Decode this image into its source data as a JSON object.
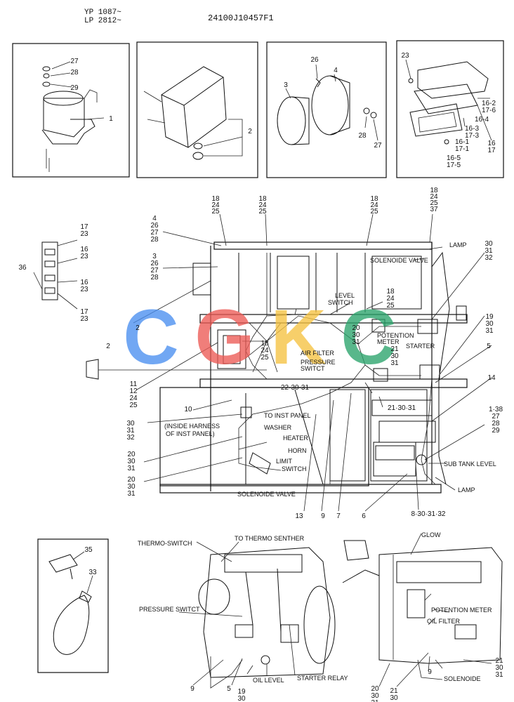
{
  "header": {
    "serial_yp": "YP 1087~",
    "serial_lp": "LP 2812~",
    "drawing_number": "24100J10457F1"
  },
  "watermark": {
    "letters": [
      "C",
      "G",
      "K",
      "C"
    ],
    "colors": [
      "#4a8ff0",
      "#ec5a55",
      "#f6c241",
      "#2aa36b"
    ]
  },
  "callouts": {
    "detail1": [
      "27",
      "28",
      "29",
      "1"
    ],
    "detail2": [
      "2"
    ],
    "detail3": [
      "26",
      "4",
      "3",
      "28",
      "27"
    ],
    "detail4": [
      "23",
      "16-2",
      "17-6",
      "16-4",
      "16-3",
      "17-3",
      "16-1",
      "17-1",
      "16-5",
      "17-5",
      "16",
      "17"
    ],
    "left_panel": [
      "17",
      "23",
      "16",
      "23",
      "16",
      "23",
      "17",
      "23",
      "36"
    ],
    "top_stacks": [
      [
        "18",
        "24",
        "25"
      ],
      [
        "18",
        "24",
        "25"
      ],
      [
        "18",
        "24",
        "25"
      ],
      [
        "18",
        "24",
        "25",
        "37"
      ]
    ],
    "left_stack1": [
      "4",
      "26",
      "27",
      "28"
    ],
    "left_stack2": [
      "3",
      "26",
      "27",
      "28"
    ],
    "lamp_group": [
      "30",
      "31",
      "32"
    ],
    "level_group": [
      "18",
      "24",
      "25"
    ],
    "pot_group": [
      "20",
      "30",
      "31"
    ],
    "right_group1": [
      "19",
      "30",
      "31"
    ],
    "mid_group": [
      "18",
      "24",
      "25"
    ],
    "air_group": [
      "21",
      "30",
      "31"
    ],
    "lamp_left": "2",
    "left_lamp_num": "2",
    "item11": [
      "11",
      "12",
      "24",
      "25"
    ],
    "bar1": "22·30·31",
    "bar2": "21·30·31",
    "item10": "10",
    "item30": [
      "30",
      "31",
      "32"
    ],
    "item20a": [
      "20",
      "30",
      "31"
    ],
    "item20b": [
      "20",
      "30",
      "31"
    ],
    "item5": "5",
    "item14": "14",
    "item1_38": [
      "1·38",
      "27",
      "28",
      "29"
    ],
    "bottom_nums": [
      "13",
      "9",
      "7",
      "6",
      "8·30·31·32"
    ],
    "strap": [
      "35",
      "33"
    ],
    "engine1_nums": [
      "9",
      "5",
      "19",
      "30"
    ],
    "engine2_nums": [
      "20",
      "30",
      "31",
      "21",
      "30",
      "31",
      "9",
      "21",
      "30",
      "31"
    ]
  },
  "labels": {
    "lamp_top": "LAMP",
    "solenoide_valve_top": "SOLENOIDE VALVE",
    "level_switch": [
      "LEVEL",
      "SWITCH"
    ],
    "potention_meter": [
      "POTENTION",
      "METER"
    ],
    "starter": "STARTER",
    "air_filter": "AIR FILTER",
    "pressure_switct": [
      "PRESSURE",
      "SWITCT"
    ],
    "to_inst_panel": "TO INST PANEL",
    "inside_harness": [
      "(INSIDE HARNESS",
      "OF INST PANEL)"
    ],
    "washer": "WASHER",
    "heater": "HEATER",
    "horn": "HORN",
    "limit_switch": [
      "LIMIT",
      "SWITCH"
    ],
    "solenoide_valve_bottom": "SOLENOIDE VALVE",
    "sub_tank_level": "SUB TANK LEVEL",
    "lamp_bottom": "LAMP",
    "thermo_switch": "THERMO-SWITCH",
    "to_thermo_senther": "TO THERMO SENTHER",
    "pressure_switct_engine": "PRESSURE SWITCT",
    "oil_level": "OIL LEVEL",
    "starter_relay": "STARTER RELAY",
    "glow": "GLOW",
    "potention_meter_engine": "POTENTION METER",
    "oil_filter": "OIL FILTER",
    "solenoide": "SOLENOIDE"
  }
}
